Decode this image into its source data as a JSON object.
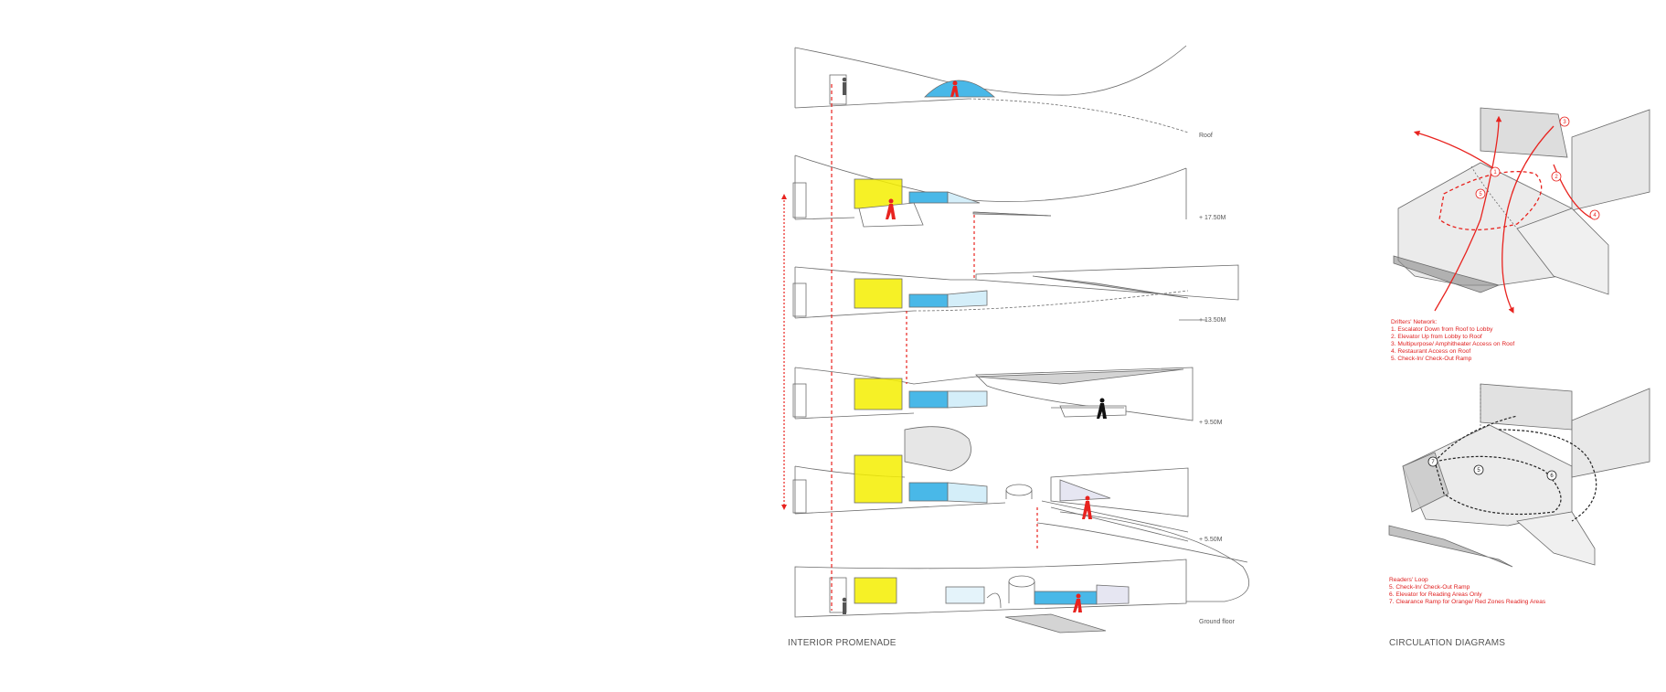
{
  "colors": {
    "accent_red": "#e8231f",
    "yellow": "#f4ee00",
    "blue": "#49b8e8",
    "line": "#6b6b6b",
    "grey_fill": "#d4d4d4"
  },
  "promenade": {
    "caption": "INTERIOR PROMENADE",
    "levels": {
      "roof": "Roof",
      "l1750": "+ 17.50M",
      "l1350": "+ 13.50M",
      "l950": "+ 9.50M",
      "l550": "+ 5.50M",
      "ground": "Ground floor"
    }
  },
  "circulation": {
    "caption": "CIRCULATION DIAGRAMS",
    "drifters": {
      "title": "Drifters' Network:",
      "items": [
        "1. Escalator Down from Roof to Lobby",
        "2. Elevator Up from Lobby to Roof",
        "3. Multipurpose/ Amphitheater Access on Roof",
        "4. Restaurant Access on Roof",
        "5. Check-In/ Check-Out Ramp"
      ]
    },
    "readers": {
      "title": "Readers' Loop",
      "items": [
        "5. Check-In/ Check-Out Ramp",
        "6. Elevator for Reading Areas Only",
        "7. Clearance Ramp for Orange/ Red Zones Reading Areas"
      ]
    },
    "markers_top": [
      "1",
      "2",
      "3",
      "4",
      "5"
    ],
    "markers_bottom": [
      "7",
      "5",
      "6"
    ]
  }
}
